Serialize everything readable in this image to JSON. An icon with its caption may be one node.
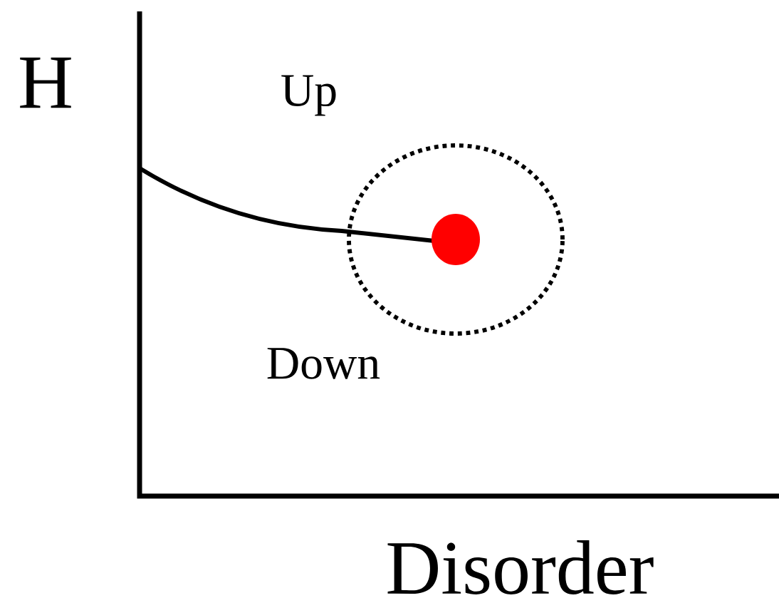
{
  "diagram": {
    "labels": [
      "H",
      "Up",
      "Down",
      "Disorder"
    ]
  }
}
